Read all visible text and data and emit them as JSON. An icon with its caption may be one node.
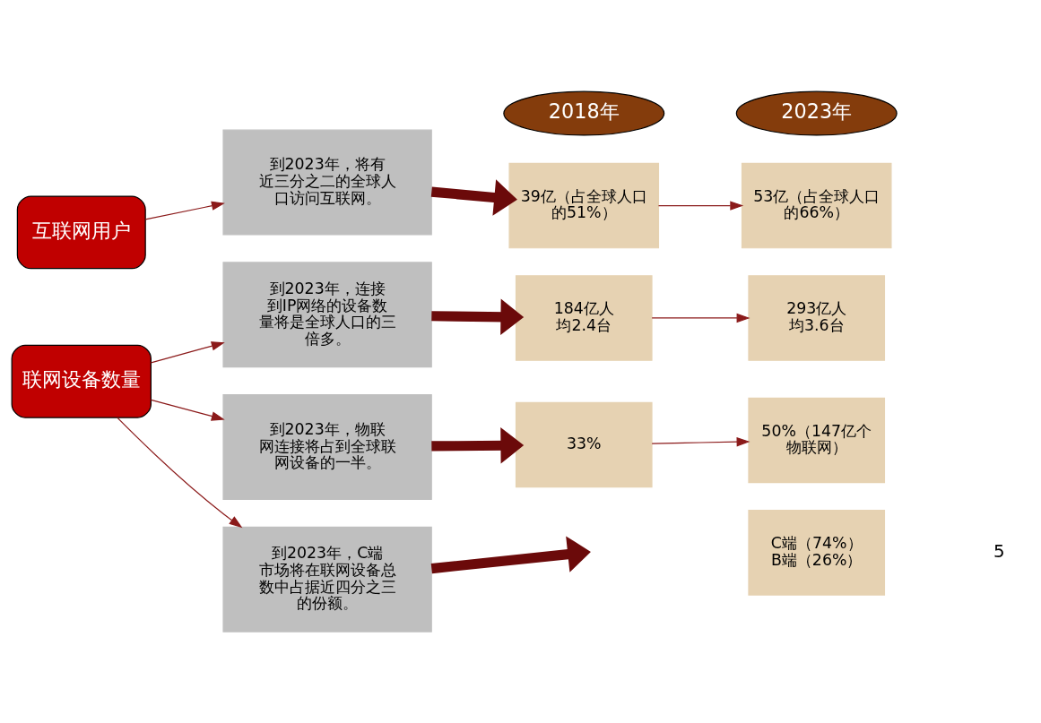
{
  "diagram": {
    "nodes": [
      {
        "text": [
          "2018年"
        ]
      },
      {
        "text": [
          "2023年"
        ]
      },
      {
        "text": [
          "互联网用户"
        ]
      },
      {
        "text": [
          "联网设备数量"
        ]
      },
      {
        "text": [
          "到2023年，将有近三分之二的全球人口访问互联网。"
        ]
      },
      {
        "text": [
          "到2023年，连接到IP网络的设备数量将是全球人口的三倍多。"
        ]
      },
      {
        "text": [
          "到2023年，物联网连接将占到全球联网设备的一半。"
        ]
      },
      {
        "text": [
          "到2023年，C端市场将在联网设备总数中占据近四分之三的份额。"
        ]
      },
      {
        "text": [
          "39亿（占全球人口的51%）"
        ]
      },
      {
        "text": [
          "53亿（占全球人口的66%）"
        ]
      },
      {
        "text": [
          "184亿人均2.4台"
        ]
      },
      {
        "text": [
          "293亿人均3.6台"
        ]
      },
      {
        "text": [
          "33%"
        ]
      },
      {
        "text": [
          "50%（147亿个物联网）"
        ]
      },
      {
        "text": [
          "C端（74%）B端（26%）"
        ]
      }
    ],
    "edges": [
      {
        "from": 2,
        "to": 4,
        "arrow": "to"
      },
      {
        "from": 3,
        "to": 5,
        "arrow": "to"
      },
      {
        "from": 3,
        "to": 6,
        "arrow": "to"
      },
      {
        "from": 3,
        "to": 7,
        "arrow": "to"
      },
      {
        "from": 4,
        "to": 8,
        "arrow": "to",
        "style": "thick"
      },
      {
        "from": 5,
        "to": 10,
        "arrow": "to",
        "style": "thick"
      },
      {
        "from": 6,
        "to": 12,
        "arrow": "to",
        "style": "thick"
      },
      {
        "from": 7,
        "to": null,
        "arrow": "to",
        "style": "thick"
      },
      {
        "from": 8,
        "to": 9,
        "arrow": "to"
      },
      {
        "from": 10,
        "to": 11,
        "arrow": "to"
      },
      {
        "from": 12,
        "to": 13,
        "arrow": "to"
      }
    ],
    "labels": [
      "5"
    ]
  }
}
